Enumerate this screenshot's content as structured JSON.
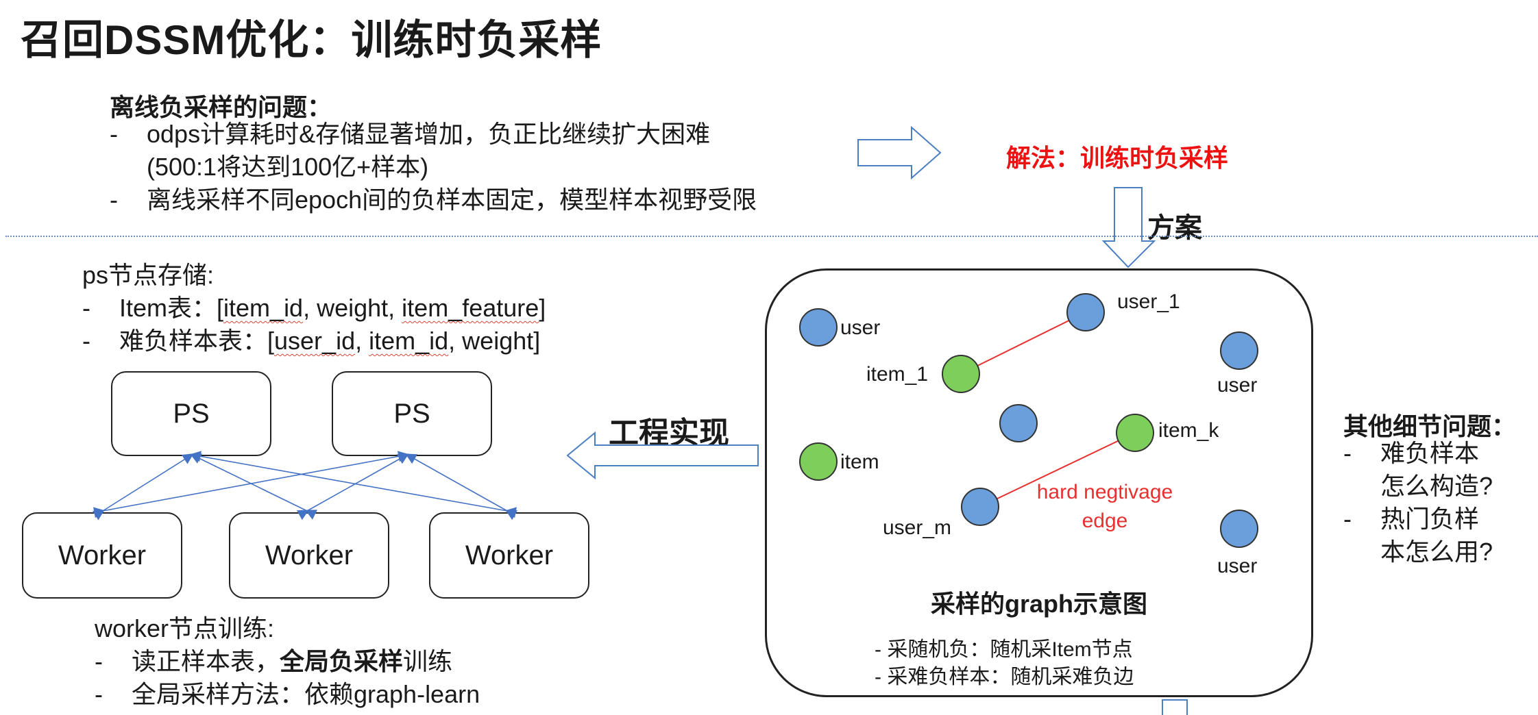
{
  "title": "召回DSSM优化：训练时负采样",
  "problem": {
    "heading": "离线负采样的问题：",
    "bullets": [
      {
        "line1": "odps计算耗时&存储显著增加，负正比继续扩大困难",
        "line2": "(500:1将达到100亿+样本)"
      },
      {
        "line1": "离线采样不同epoch间的负样本固定，模型样本视野受限",
        "line2": ""
      }
    ],
    "dash": "-"
  },
  "solution": {
    "label": "解法：训练时负采样",
    "plan_label": "方案"
  },
  "engineering_label": "工程实现",
  "ps_storage": {
    "heading": "ps节点存储:",
    "items": [
      {
        "prefix": "Item表：[",
        "k1": "item_id",
        "mid": ", weight, ",
        "k2": "item_feature",
        "suffix": "]"
      },
      {
        "prefix": "难负样本表：[",
        "k1": "user_id",
        "mid": ", ",
        "k2": "item_id",
        "suffix": ", weight]"
      }
    ]
  },
  "cluster": {
    "ps_nodes": [
      "PS",
      "PS"
    ],
    "worker_nodes": [
      "Worker",
      "Worker",
      "Worker"
    ],
    "edge_color": "#4472c4"
  },
  "worker_training": {
    "heading": "worker节点训练:",
    "items": [
      {
        "pre": "读正样本表，",
        "bold": "全局负采样",
        "post": "训练"
      },
      {
        "pre": "全局采样方法：依赖graph-learn",
        "bold": "",
        "post": ""
      }
    ]
  },
  "graph": {
    "caption": "采样的graph示意图",
    "notes": [
      "- 采随机负：随机采Item节点",
      "- 采难负样本：随机采难负边"
    ],
    "node_labels": {
      "user_a": "user",
      "user_1": "user_1",
      "user_b": "user",
      "item_1": "item_1",
      "item_k": "item_k",
      "item_a": "item",
      "user_m": "user_m",
      "user_c": "user"
    },
    "edge_label_line1": "hard negtivage",
    "edge_label_line2": "edge",
    "colors": {
      "user": "#6a9fdc",
      "item": "#7dce5a",
      "edge": "#e83030",
      "stroke": "#333333"
    }
  },
  "other_details": {
    "heading": "其他细节问题：",
    "items": [
      {
        "line1": "难负样本",
        "line2": "怎么构造?"
      },
      {
        "line1": "热门负样",
        "line2": "本怎么用?"
      }
    ]
  },
  "colors": {
    "arrow_stroke": "#4a7fc1",
    "divider": "#6a8fc8",
    "accent_red": "#ee1111"
  }
}
